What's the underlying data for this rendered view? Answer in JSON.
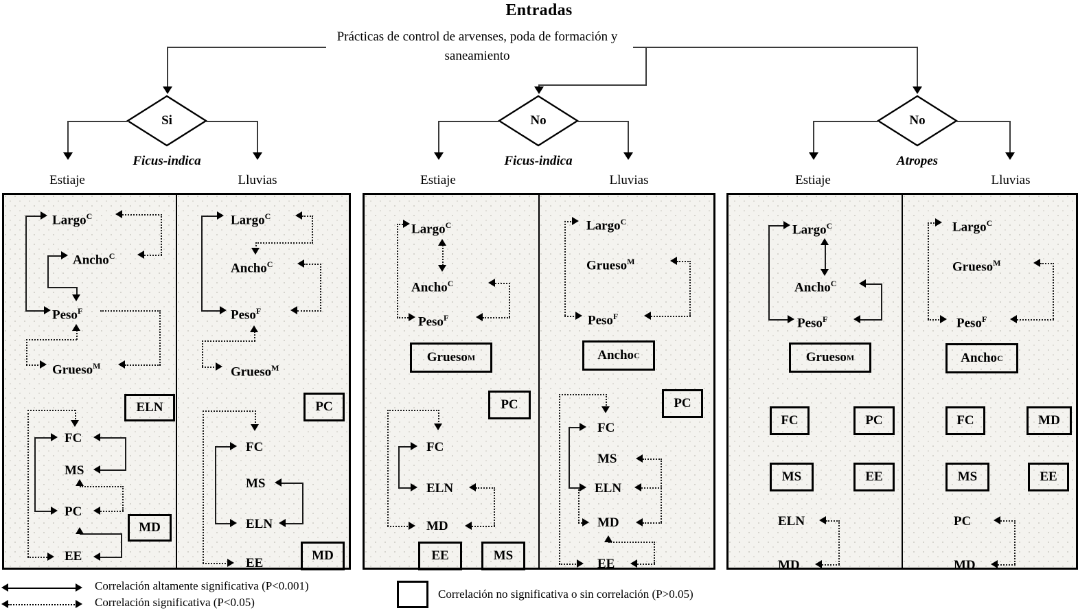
{
  "header": {
    "title": "Entradas",
    "root_box": "Prácticas de control de arvenses, poda de formación y saneamiento"
  },
  "branches": [
    {
      "decision": "Si",
      "species": "Ficus-indica",
      "seasons": [
        "Estiaje",
        "Lluvias"
      ]
    },
    {
      "decision": "No",
      "species": "Ficus-indica",
      "seasons": [
        "Estiaje",
        "Lluvias"
      ]
    },
    {
      "decision": "No",
      "species": "Atropes",
      "seasons": [
        "Estiaje",
        "Lluvias"
      ]
    }
  ],
  "panels": [
    {
      "id": "si-estiaje",
      "upper_nodes": [
        {
          "label": "Largo",
          "sup": "C",
          "boxed": false
        },
        {
          "label": "Ancho",
          "sup": "C",
          "boxed": false
        },
        {
          "label": "Peso",
          "sup": "F",
          "boxed": false
        },
        {
          "label": "Grueso",
          "sup": "M",
          "boxed": false
        }
      ],
      "lower_nodes": [
        {
          "label": "FC",
          "boxed": false
        },
        {
          "label": "MS",
          "boxed": false
        },
        {
          "label": "PC",
          "boxed": false
        },
        {
          "label": "EE",
          "boxed": false
        },
        {
          "label": "ELN",
          "boxed": true
        },
        {
          "label": "MD",
          "boxed": true
        }
      ]
    },
    {
      "id": "si-lluvias",
      "upper_nodes": [
        {
          "label": "Largo",
          "sup": "C",
          "boxed": false
        },
        {
          "label": "Ancho",
          "sup": "C",
          "boxed": false
        },
        {
          "label": "Peso",
          "sup": "F",
          "boxed": false
        },
        {
          "label": "Grueso",
          "sup": "M",
          "boxed": false
        }
      ],
      "lower_nodes": [
        {
          "label": "FC",
          "boxed": false
        },
        {
          "label": "MS",
          "boxed": false
        },
        {
          "label": "ELN",
          "boxed": false
        },
        {
          "label": "EE",
          "boxed": false
        },
        {
          "label": "PC",
          "boxed": true
        },
        {
          "label": "MD",
          "boxed": true
        }
      ]
    },
    {
      "id": "no-ficus-estiaje",
      "upper_nodes": [
        {
          "label": "Largo",
          "sup": "C",
          "boxed": false
        },
        {
          "label": "Ancho",
          "sup": "C",
          "boxed": false
        },
        {
          "label": "Peso",
          "sup": "F",
          "boxed": false
        },
        {
          "label": "Grueso",
          "sup": "M",
          "boxed": true
        }
      ],
      "lower_nodes": [
        {
          "label": "FC",
          "boxed": false
        },
        {
          "label": "ELN",
          "boxed": false
        },
        {
          "label": "MD",
          "boxed": false
        },
        {
          "label": "PC",
          "boxed": true
        },
        {
          "label": "EE",
          "boxed": true
        },
        {
          "label": "MS",
          "boxed": true
        }
      ]
    },
    {
      "id": "no-ficus-lluvias",
      "upper_nodes": [
        {
          "label": "Largo",
          "sup": "C",
          "boxed": false
        },
        {
          "label": "Grueso",
          "sup": "M",
          "boxed": false
        },
        {
          "label": "Peso",
          "sup": "F",
          "boxed": false
        },
        {
          "label": "Ancho",
          "sup": "C",
          "boxed": true
        }
      ],
      "lower_nodes": [
        {
          "label": "FC",
          "boxed": false
        },
        {
          "label": "MS",
          "boxed": false
        },
        {
          "label": "ELN",
          "boxed": false
        },
        {
          "label": "MD",
          "boxed": false
        },
        {
          "label": "EE",
          "boxed": false
        },
        {
          "label": "PC",
          "boxed": true
        }
      ]
    },
    {
      "id": "no-atropes-estiaje",
      "upper_nodes": [
        {
          "label": "Largo",
          "sup": "C",
          "boxed": false
        },
        {
          "label": "Ancho",
          "sup": "C",
          "boxed": false
        },
        {
          "label": "Peso",
          "sup": "F",
          "boxed": false
        },
        {
          "label": "Grueso",
          "sup": "M",
          "boxed": true
        }
      ],
      "lower_nodes": [
        {
          "label": "ELN",
          "boxed": false
        },
        {
          "label": "MD",
          "boxed": false
        },
        {
          "label": "FC",
          "boxed": true
        },
        {
          "label": "PC",
          "boxed": true
        },
        {
          "label": "MS",
          "boxed": true
        },
        {
          "label": "EE",
          "boxed": true
        }
      ]
    },
    {
      "id": "no-atropes-lluvias",
      "upper_nodes": [
        {
          "label": "Largo",
          "sup": "C",
          "boxed": false
        },
        {
          "label": "Grueso",
          "sup": "M",
          "boxed": false
        },
        {
          "label": "Peso",
          "sup": "F",
          "boxed": false
        },
        {
          "label": "Ancho",
          "sup": "C",
          "boxed": true
        }
      ],
      "lower_nodes": [
        {
          "label": "PC",
          "boxed": false
        },
        {
          "label": "MD",
          "boxed": false
        },
        {
          "label": "FC",
          "boxed": true
        },
        {
          "label": "MD",
          "boxed": true
        },
        {
          "label": "MS",
          "boxed": true
        },
        {
          "label": "EE",
          "boxed": true
        }
      ]
    }
  ],
  "legend": {
    "solid": "Correlación altamente significativa (P<0.001)",
    "dotted": "Correlación significativa (P<0.05)",
    "box": "Correlación no significativa o sin correlación (P>0.05)"
  }
}
